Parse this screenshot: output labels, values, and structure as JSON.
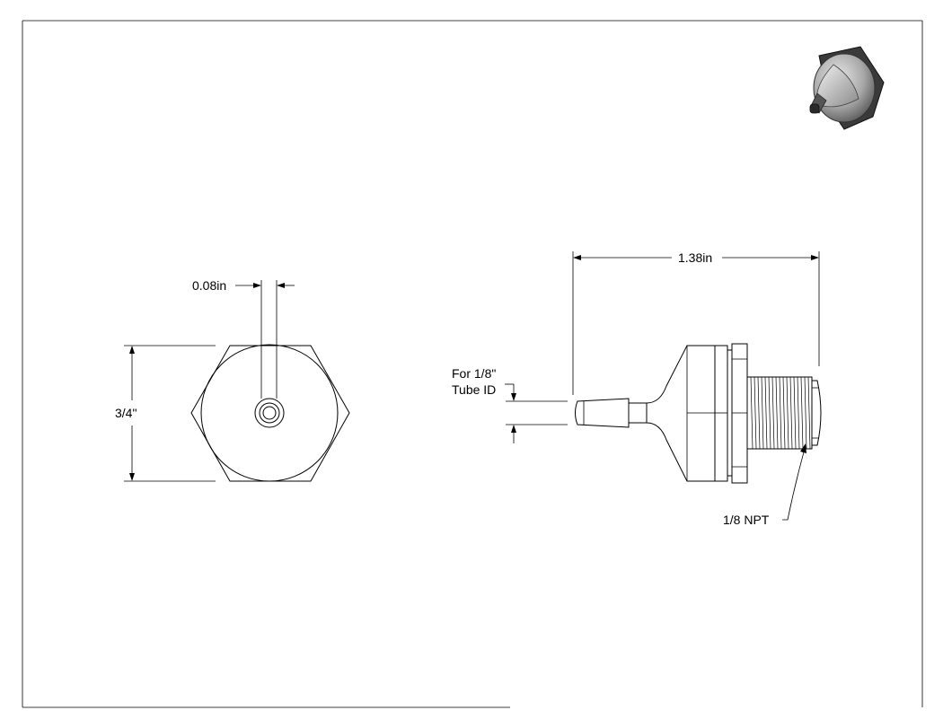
{
  "dimensions": {
    "hole_diameter": "0.08in",
    "hex_height": "3/4\"",
    "overall_length": "1.38in",
    "tube_note_line1": "For 1/8\"",
    "tube_note_line2": "Tube ID",
    "thread_callout": "1/8 NPT"
  }
}
